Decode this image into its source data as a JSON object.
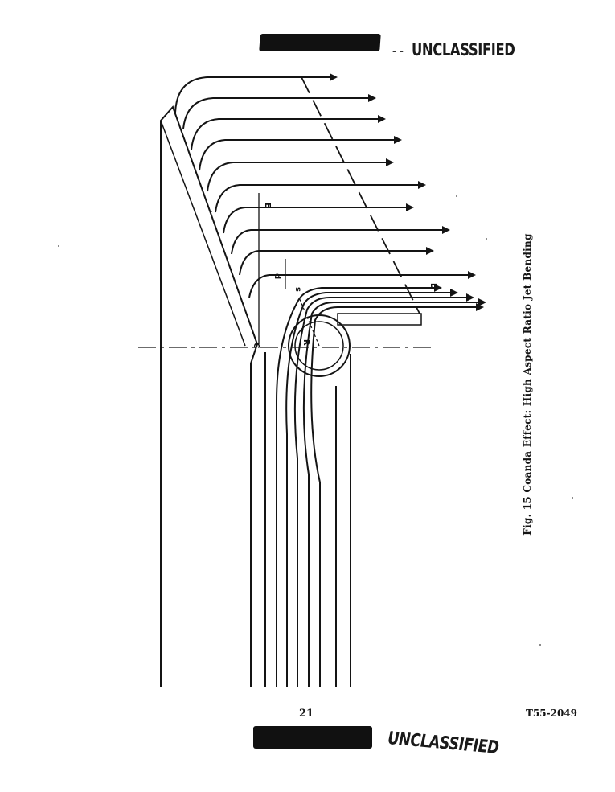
{
  "stamps": {
    "top": "UNCLASSIFIED",
    "bottom": "UNCLASSIFIED"
  },
  "figure": {
    "caption": "Fig. 15 Coanda Effect: High Aspect Ratio Jet Bending",
    "labels": {
      "e": "E",
      "d": "d",
      "s": "s",
      "c": "C",
      "r": "R",
      "d_upper": "D"
    }
  },
  "footer": {
    "page_number": "21",
    "report_number": "T55-2049"
  }
}
